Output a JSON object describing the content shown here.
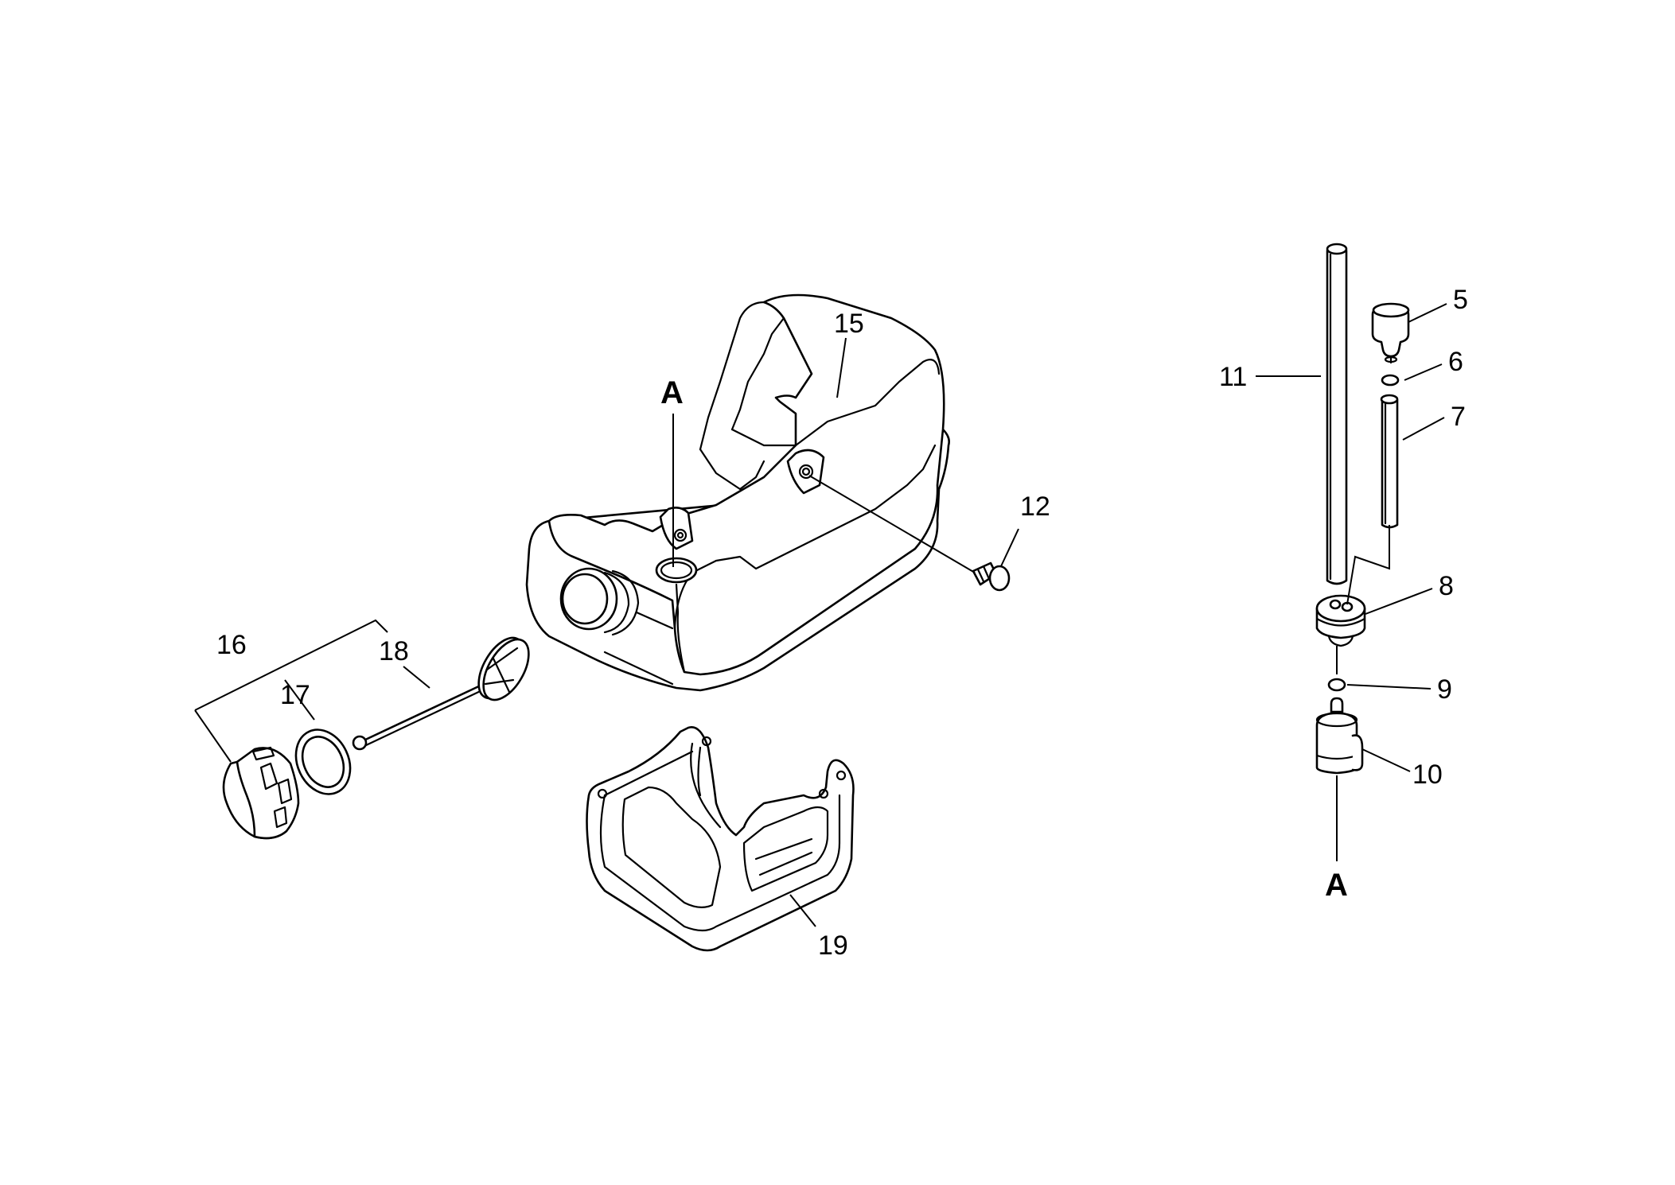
{
  "diagram": {
    "callouts": {
      "c5": "5",
      "c6": "6",
      "c7": "7",
      "c8": "8",
      "c9": "9",
      "c10": "10",
      "c11": "11",
      "c12": "12",
      "c15": "15",
      "c16": "16",
      "c17": "17",
      "c18": "18",
      "c19": "19"
    },
    "refs": {
      "tank_marker": "A",
      "line_marker": "A"
    }
  }
}
